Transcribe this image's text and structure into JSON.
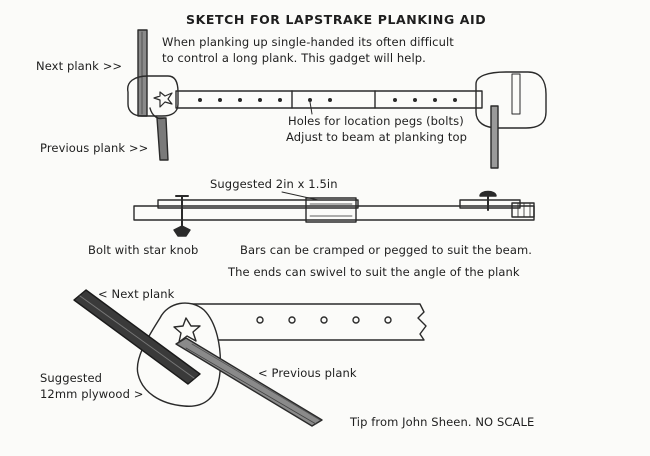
{
  "title": "SKETCH FOR LAPSTRAKE PLANKING AID",
  "intro": {
    "line1": "When planking up single-handed its often difficult",
    "line2": "to control a long plank. This gadget will help."
  },
  "top_view": {
    "next_plank": "Next plank >>",
    "previous_plank": "Previous plank >>",
    "holes_line1": "Holes for location pegs (bolts)",
    "holes_line2": "Adjust to beam at planking top"
  },
  "side_view": {
    "size": "Suggested 2in x 1.5in",
    "bolt": "Bolt with star knob",
    "note1": "Bars can be cramped or pegged to suit the beam.",
    "note2": "The ends can swivel to suit the angle of the plank"
  },
  "detail_view": {
    "next_plank": "< Next plank",
    "previous_plank": "< Previous plank",
    "plywood_line1": "Suggested",
    "plywood_line2": "12mm plywood >"
  },
  "credit": "Tip from John Sheen. NO SCALE",
  "colors": {
    "ink": "#1e1e1e",
    "paper": "#fbfbf9",
    "plank_dark": "#3a3a3a"
  }
}
